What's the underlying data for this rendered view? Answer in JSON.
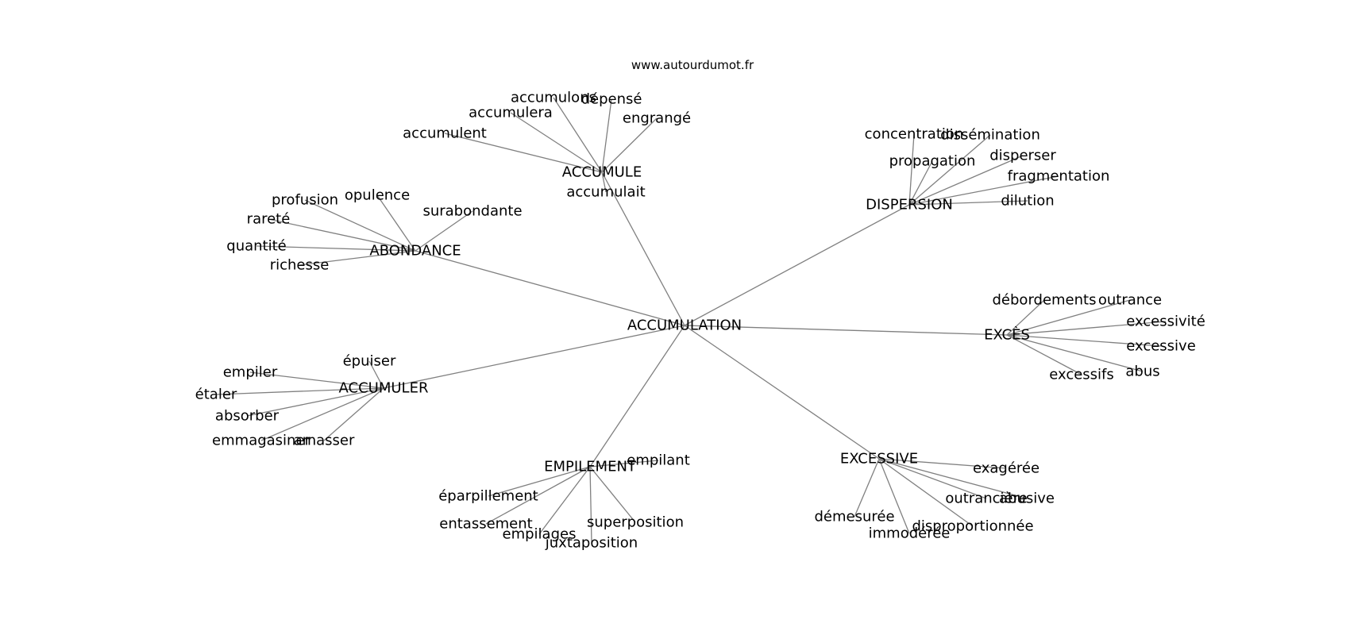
{
  "source": "www.autourdumot.fr",
  "root": "ACCUMULATION",
  "clusters": [
    {
      "hub": "ACCUMULE",
      "words": [
        "accumulent",
        "accumulera",
        "accumulons",
        "dépensé",
        "engrangé",
        "accumulait"
      ]
    },
    {
      "hub": "DISPERSION",
      "words": [
        "concentration",
        "dissémination",
        "propagation",
        "disperser",
        "fragmentation",
        "dilution"
      ]
    },
    {
      "hub": "ABONDANCE",
      "words": [
        "profusion",
        "opulence",
        "surabondante",
        "rareté",
        "quantité",
        "richesse"
      ]
    },
    {
      "hub": "EXCÈS",
      "words": [
        "débordements",
        "outrance",
        "excessivité",
        "excessive",
        "abus",
        "excessifs"
      ]
    },
    {
      "hub": "ACCUMULER",
      "words": [
        "épuiser",
        "empiler",
        "étaler",
        "absorber",
        "emmagasiner",
        "amasser"
      ]
    },
    {
      "hub": "EMPILEMENT",
      "words": [
        "empilant",
        "éparpillement",
        "entassement",
        "empilages",
        "juxtaposition",
        "superposition"
      ]
    },
    {
      "hub": "EXCESSIVE",
      "words": [
        "exagérée",
        "outrancière",
        "abusive",
        "démesurée",
        "disproportionnée",
        "immodérée"
      ]
    }
  ]
}
